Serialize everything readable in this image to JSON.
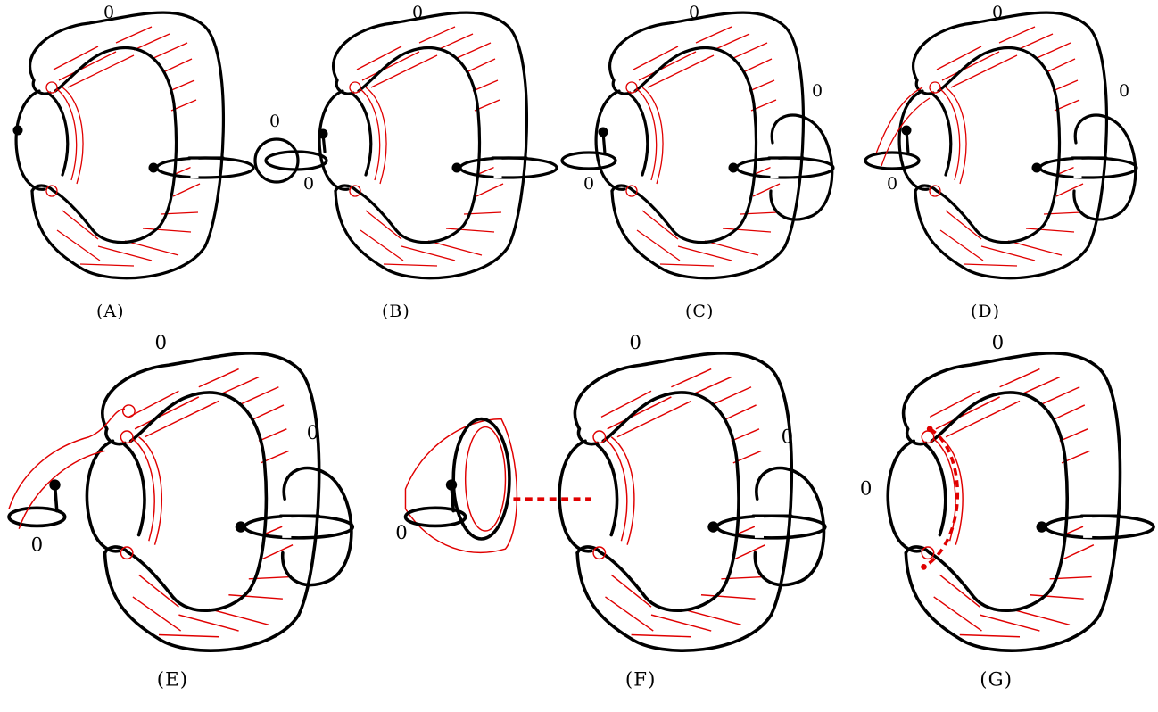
{
  "panels": [
    {
      "caption": "(A)",
      "labels": [
        "0"
      ]
    },
    {
      "caption": "(B)",
      "labels": [
        "0",
        "0",
        "0"
      ]
    },
    {
      "caption": "(C)",
      "labels": [
        "0",
        "0",
        "0"
      ]
    },
    {
      "caption": "(D)",
      "labels": [
        "0",
        "0",
        "0"
      ]
    },
    {
      "caption": "(E)",
      "labels": [
        "0",
        "0",
        "0"
      ]
    },
    {
      "caption": "(F)",
      "labels": [
        "0",
        "0",
        "0"
      ]
    },
    {
      "caption": "(G)",
      "labels": [
        "0",
        "0"
      ]
    }
  ],
  "colors": {
    "diagram_lines": "#000000",
    "shading": "#e00000"
  }
}
